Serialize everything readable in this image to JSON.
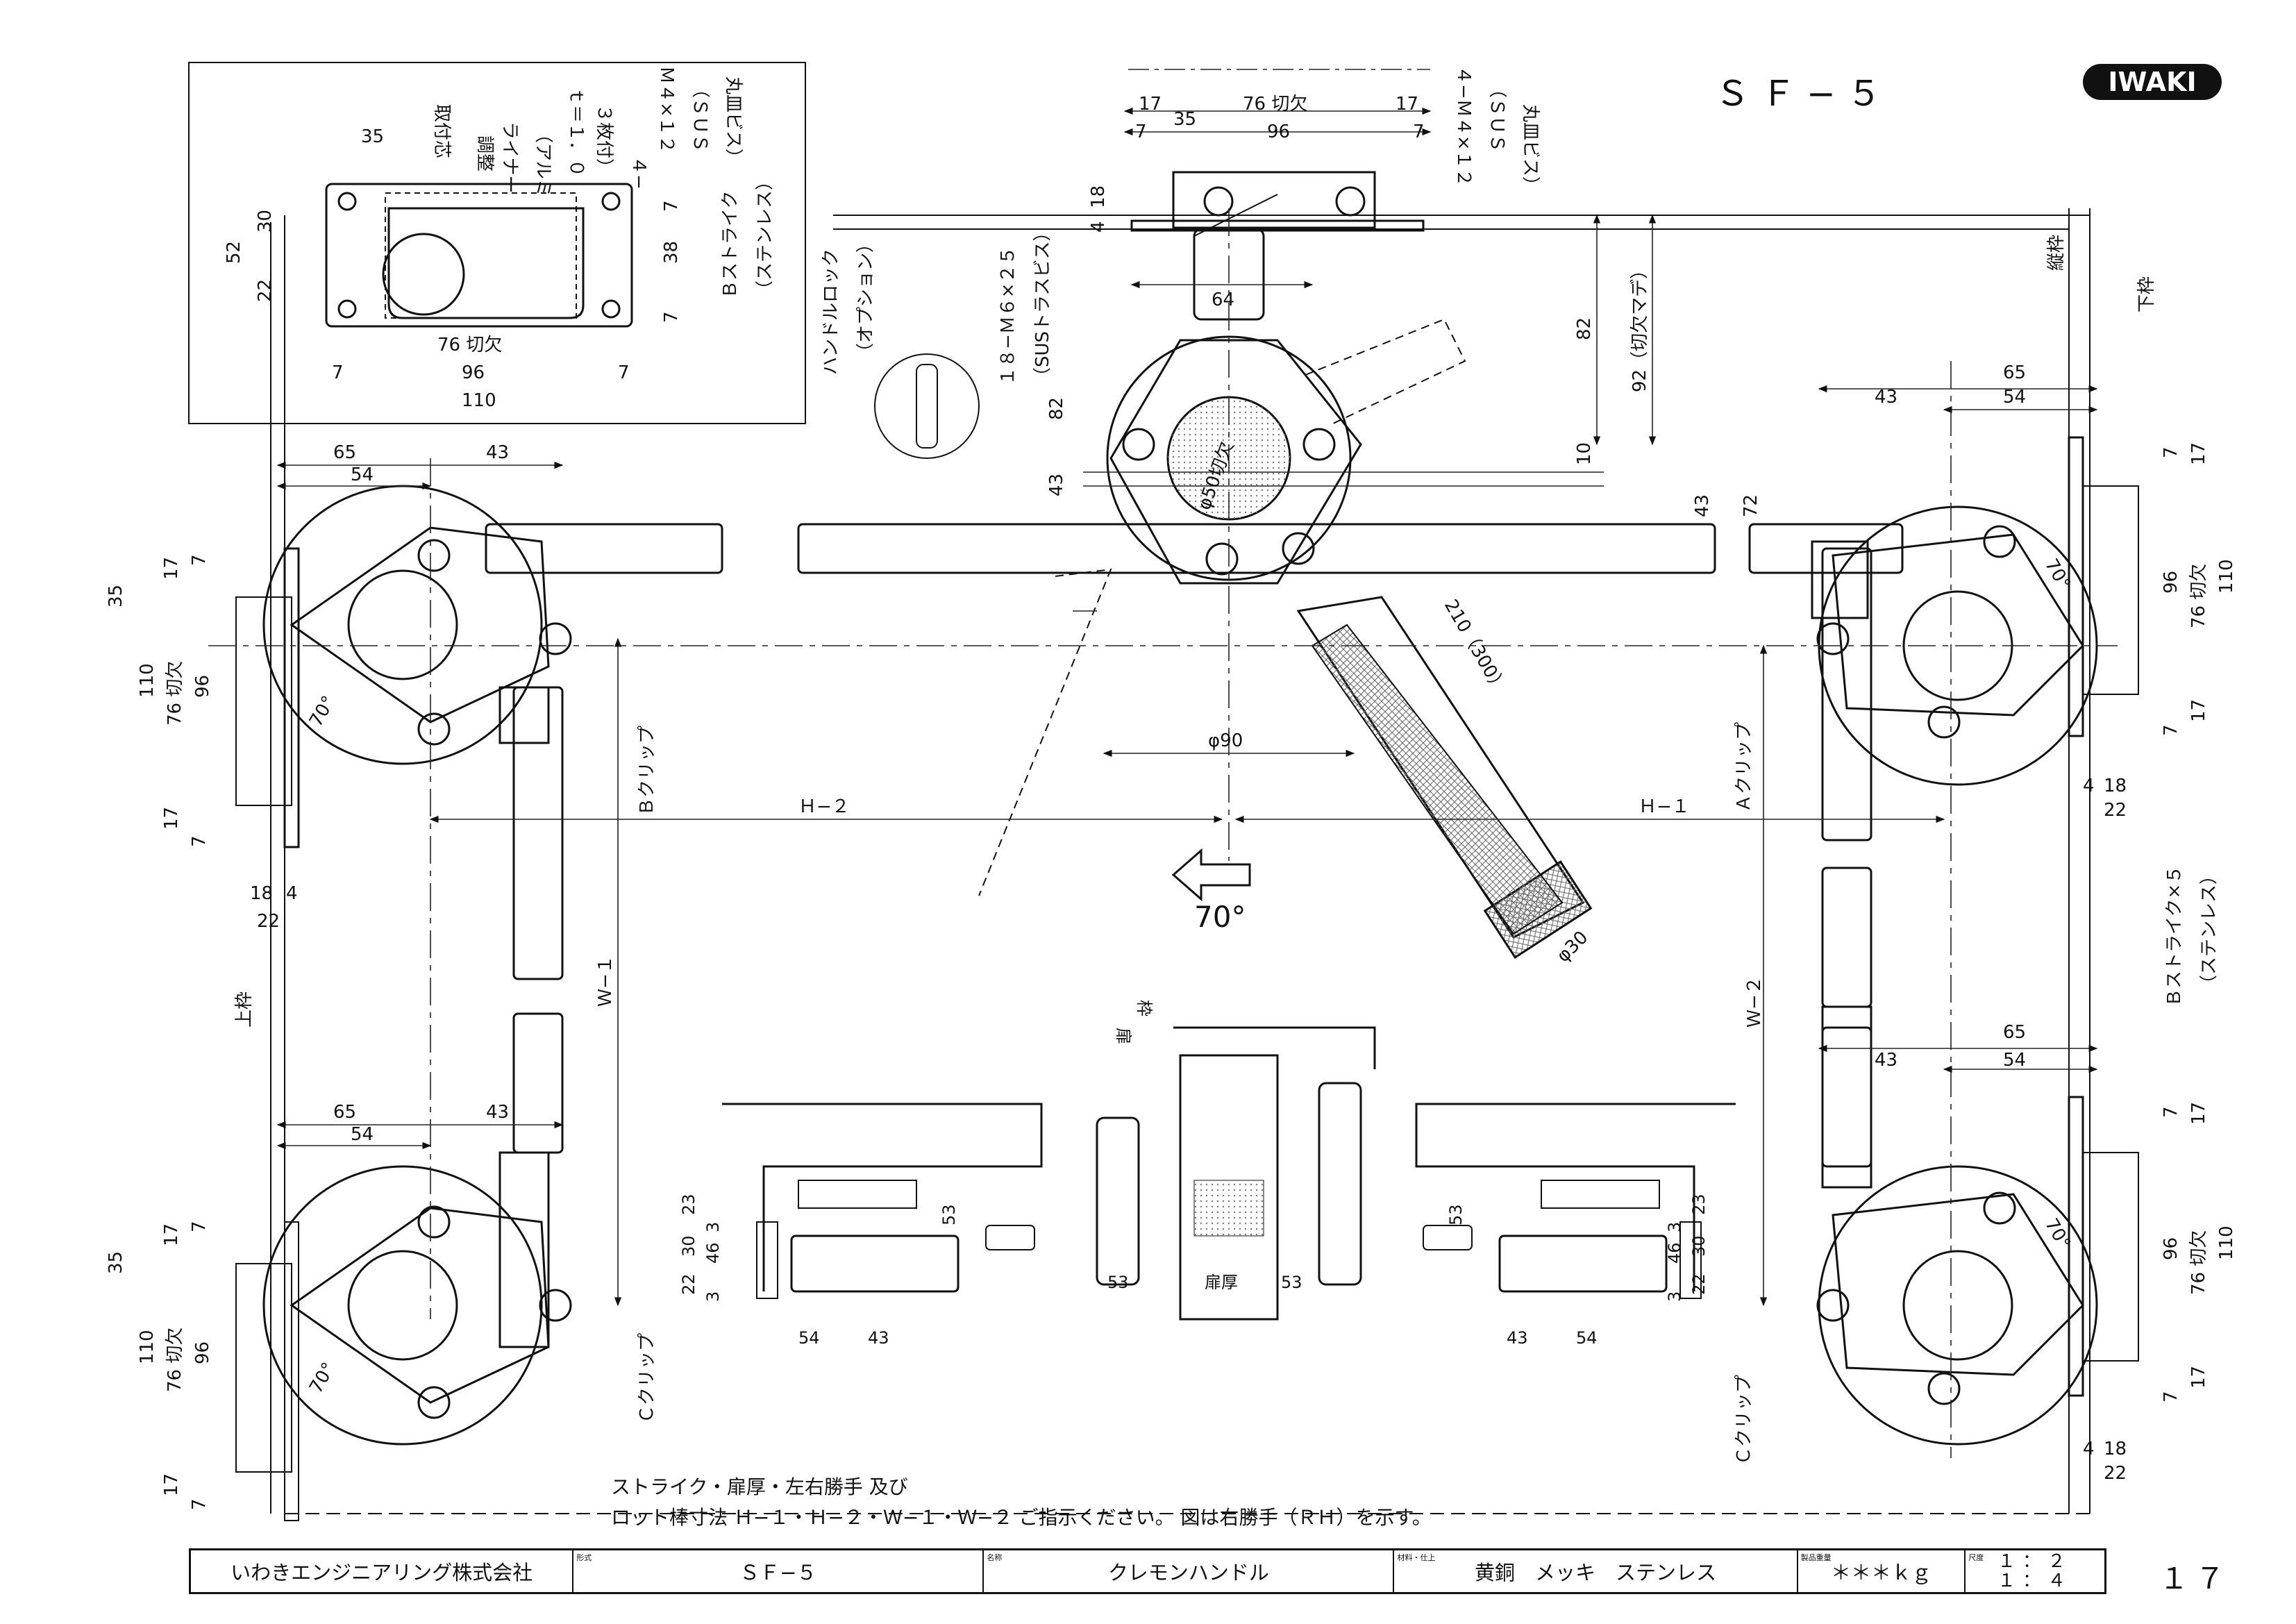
{
  "header": {
    "model": "ＳＦ−５",
    "brand": "IWAKI",
    "page_number": "１７"
  },
  "notes": {
    "line1": "ストライク・扉厚・左右勝手 及び",
    "line2": "ロット棒寸法 Ｈ−１・Ｈ−２・Ｗ−１・Ｗ−２ ご指示ください。 図は右勝手（ＲＨ）を示す。"
  },
  "title_block": {
    "company": "いわきエンジニアリング株式会社",
    "model_caption": "形式",
    "model": "ＳＦ−５",
    "name_caption": "名称",
    "name": "クレモンハンドル",
    "material_caption": "材料・仕上",
    "material": "黄銅　メッキ　ステンレス",
    "weight_caption": "製品重量",
    "weight": "＊＊＊ｋｇ",
    "scale_caption": "尺度",
    "scale_1": "１：２",
    "scale_2": "１：４"
  },
  "labels": {
    "b_strike": "Ｂストライク",
    "stainless": "（ステンレス）",
    "b_strike_x5": "Ｂストライク×５",
    "handle_lock": "ハンドルロック",
    "option": "（オプション）",
    "screw_m6": "１８−Ｍ６×２５",
    "screw_m6_note": "（SUSトラスビス）",
    "screw_m4_top": "４−Ｍ４×１２",
    "sus": "（ＳＵＳ",
    "countersunk": "丸皿ビス）",
    "mount_core": "取付芯",
    "adjust": "調整",
    "liner": "ライナー",
    "liner_mat": "（アルミ",
    "liner_t": "ｔ＝１．０",
    "liner_qty": "３枚付）",
    "m4_inset_a": "４−",
    "m4_inset_b": "Ｍ４×１２",
    "sus_inset": "（ＳＵＳ",
    "countersunk_inset": "丸皿ビス）",
    "clip_a": "Ａクリップ",
    "clip_b": "Ｂクリップ",
    "clip_c": "Ｃクリップ",
    "frame_vertical": "縦枠",
    "frame_bottom": "下枠",
    "frame_top": "上枠",
    "frame": "枠",
    "door": "扉",
    "door_thickness": "扉厚",
    "h1": "Ｈ−１",
    "h2": "Ｈ−２",
    "w1": "Ｗ−１",
    "w2": "Ｗ−２",
    "angle": "70°",
    "angle_small": "70°",
    "cut_76": "76 切欠",
    "cut_92": "92（切欠マデ）",
    "phi30": "φ30",
    "phi50": "φ50切欠",
    "phi90": "φ90",
    "len210": "210（300）"
  },
  "dims": {
    "d35": "35",
    "d17": "17",
    "d7": "7",
    "d96": "96",
    "d18": "18",
    "d4": "4",
    "d64": "64",
    "d82": "82",
    "d43": "43",
    "d10": "10",
    "d72": "72",
    "d65": "65",
    "d54": "54",
    "d110": "110",
    "d22": "22",
    "d52": "52",
    "d30": "30",
    "d38": "38",
    "d23": "23",
    "d3": "3",
    "d46": "46",
    "d53": "53"
  }
}
